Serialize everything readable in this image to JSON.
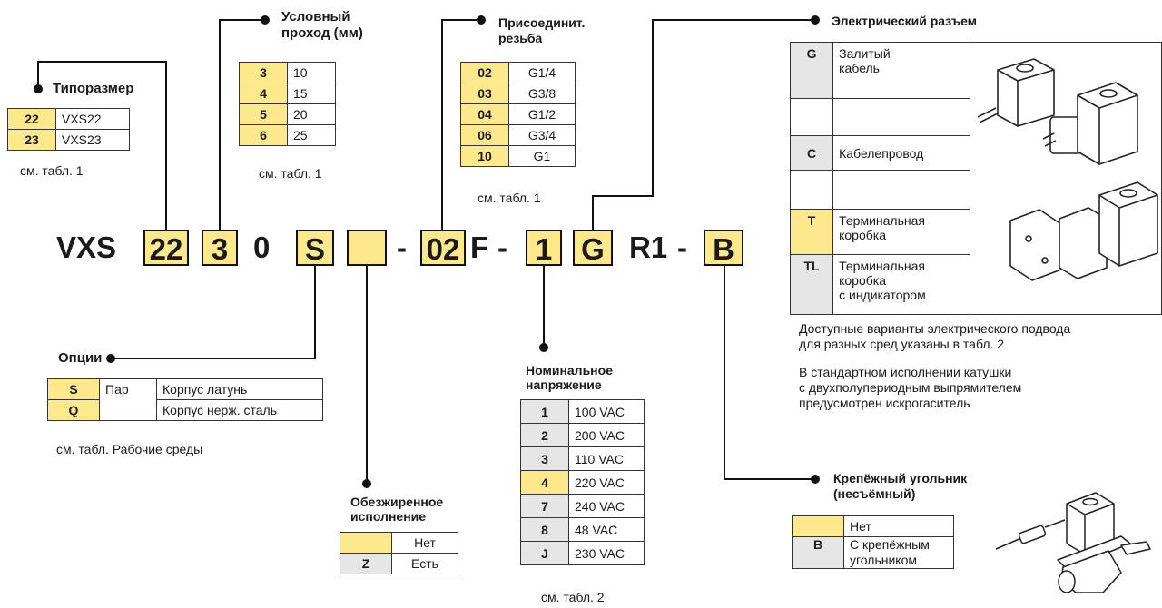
{
  "model": {
    "prefix": "VXS",
    "size": "22",
    "orifice": "3",
    "fixed0": "0",
    "option": "S",
    "blank": "",
    "dash1": "-",
    "port": "02",
    "port_suffix": "F",
    "dash2": "-",
    "voltage": "1",
    "electrical": "G",
    "r1": "R1",
    "dash3": "-",
    "bracket": "B"
  },
  "tiporazmer": {
    "title": "Типоразмер",
    "rows": [
      {
        "code": "22",
        "text": "VXS22"
      },
      {
        "code": "23",
        "text": "VXS23"
      }
    ],
    "note": "см. табл. 1"
  },
  "uslovny": {
    "title": "Условный\nпроход (мм)",
    "rows": [
      {
        "code": "3",
        "text": "10"
      },
      {
        "code": "4",
        "text": "15"
      },
      {
        "code": "5",
        "text": "20"
      },
      {
        "code": "6",
        "text": "25"
      }
    ],
    "note": "см. табл. 1"
  },
  "rezba": {
    "title": "Присоединит.\nрезьба",
    "rows": [
      {
        "code": "02",
        "text": "G1/4"
      },
      {
        "code": "03",
        "text": "G3/8"
      },
      {
        "code": "04",
        "text": "G1/2"
      },
      {
        "code": "06",
        "text": "G3/4"
      },
      {
        "code": "10",
        "text": "G1"
      }
    ],
    "note": "см. табл. 1"
  },
  "elec": {
    "title": "Электрический разъем",
    "rows": [
      {
        "code": "G",
        "text": "Залитый\nкабель"
      },
      {
        "code": "",
        "text": ""
      },
      {
        "code": "C",
        "text": "Кабелепровод"
      },
      {
        "code": "",
        "text": ""
      },
      {
        "code": "T",
        "text": "Терминальная\nкоробка"
      },
      {
        "code": "TL",
        "text": "Терминальная\nкоробка\nс индикатором"
      }
    ],
    "note1": "Доступные варианты электрического подвода\nдля разных сред указаны в табл. 2",
    "note2": "В стандартном исполнении катушки\nс двухполупериодным выпрямителем\nпредусмотрен искрогаситель"
  },
  "opcii": {
    "title": "Опции",
    "rows": [
      {
        "code": "S",
        "mid": "Пар",
        "text": "Корпус латунь"
      },
      {
        "code": "Q",
        "mid": "",
        "text": "Корпус нерж. сталь"
      }
    ],
    "note": "см. табл. Рабочие среды"
  },
  "obezh": {
    "title": "Обезжиренное\nисполнение",
    "rows": [
      {
        "code": "",
        "text": "Нет"
      },
      {
        "code": "Z",
        "text": "Есть"
      }
    ]
  },
  "napr": {
    "title": "Номинальное\nнапряжение",
    "rows": [
      {
        "code": "1",
        "text": "100 VAC"
      },
      {
        "code": "2",
        "text": "200 VAC"
      },
      {
        "code": "3",
        "text": "110 VAC"
      },
      {
        "code": "4",
        "text": "220 VAC"
      },
      {
        "code": "7",
        "text": "240 VAC"
      },
      {
        "code": "8",
        "text": "48 VAC"
      },
      {
        "code": "J",
        "text": "230 VAC"
      }
    ],
    "note": "см. табл. 2"
  },
  "kreplenie": {
    "title": "Крепёжный угольник\n(несъёмный)",
    "rows": [
      {
        "code": "",
        "text": "Нет"
      },
      {
        "code": "B",
        "text": "С крепёжным\nугольником"
      }
    ]
  },
  "colors": {
    "highlight": "#fde98b",
    "gray": "#e6e6e6",
    "line": "#111111"
  }
}
